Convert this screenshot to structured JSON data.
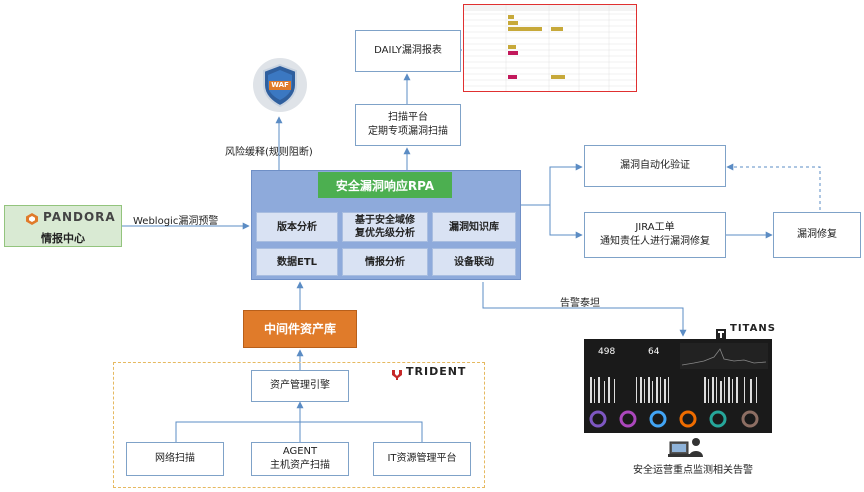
{
  "rpa": {
    "title": "安全漏洞响应RPA",
    "modules": [
      "版本分析",
      "基于安全域修\n复优先级分析",
      "漏洞知识库",
      "数据ETL",
      "情报分析",
      "设备联动"
    ]
  },
  "top": {
    "scan_platform": "扫描平台\n定期专项漏洞扫描",
    "daily_report": "DAILY漏洞报表",
    "waf_caption": "风险缓释(规则阻断)",
    "waf_logo_text": "WAF"
  },
  "left": {
    "pandora_logo": "PANDORA",
    "pandora_label": "情报中心",
    "arrow_label": "Weblogic漏洞预警"
  },
  "right": {
    "auto_verify": "漏洞自动化验证",
    "jira": "JIRA工单\n通知责任人进行漏洞修复",
    "repair": "漏洞修复",
    "alert_label": "告警泰坦",
    "titans_logo": "TITANS",
    "dashboard_caption": "安全运营重点监测相关告警",
    "dashboard_numbers": [
      "498",
      "64"
    ]
  },
  "bottom": {
    "middleware": "中间件资产库",
    "asset_engine": "资产管理引擎",
    "network_scan": "网络扫描",
    "agent": "AGENT\n主机资产扫描",
    "it_platform": "IT资源管理平台",
    "trident_logo": "TRIDENT"
  },
  "colors": {
    "rpa_bg": "#8eaadb",
    "rpa_title_bg": "#4caf50",
    "middleware_bg": "#e07b2a",
    "pandora_bg": "#d9ead3",
    "line": "#5b8cc4"
  },
  "icons": [
    "waf-shield-icon",
    "pandora-logo-icon",
    "trident-logo-icon",
    "titans-logo-icon",
    "analyst-person-icon"
  ]
}
